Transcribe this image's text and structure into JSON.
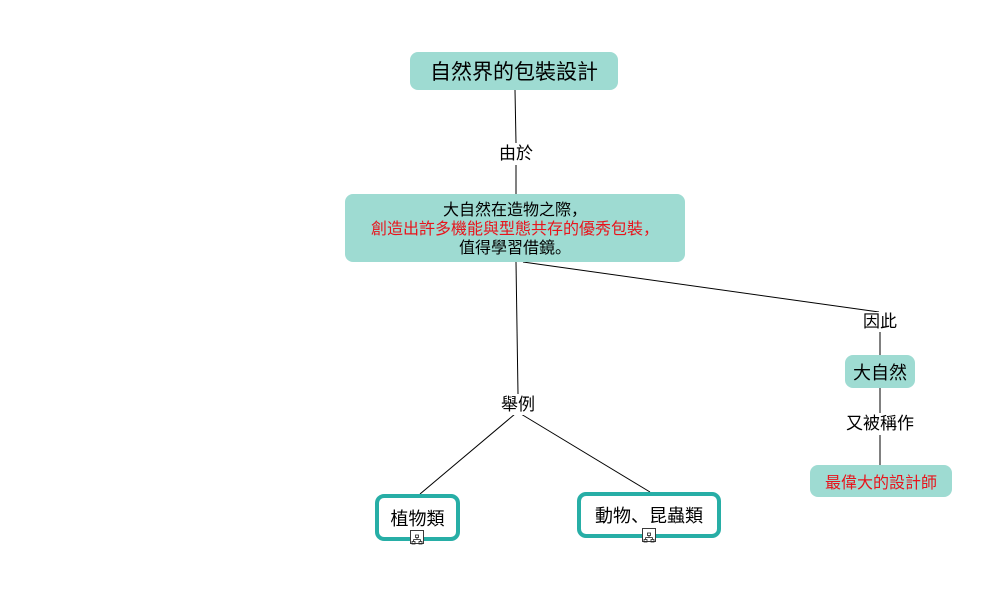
{
  "nodes": {
    "root": {
      "text": "自然界的包裝設計"
    },
    "concept": {
      "line1": "大自然在造物之際，",
      "line2": "創造出許多機能與型態共存的優秀包裝，",
      "line3": "值得學習借鏡。"
    },
    "nature": {
      "text": "大自然"
    },
    "designer": {
      "text": "最偉大的設計師"
    },
    "plants": {
      "text": "植物類"
    },
    "animals": {
      "text": "動物、昆蟲類"
    }
  },
  "links": {
    "because": "由於",
    "therefore": "因此",
    "example": "舉例",
    "also_called": "又被稱作"
  },
  "icons": {
    "plants_link": "concept-map-link-icon",
    "animals_link": "concept-map-link-icon"
  },
  "colors": {
    "node_fill": "#9edbd2",
    "outline": "#27aea6",
    "highlight_text": "#e8141c",
    "connector": "#000000"
  }
}
